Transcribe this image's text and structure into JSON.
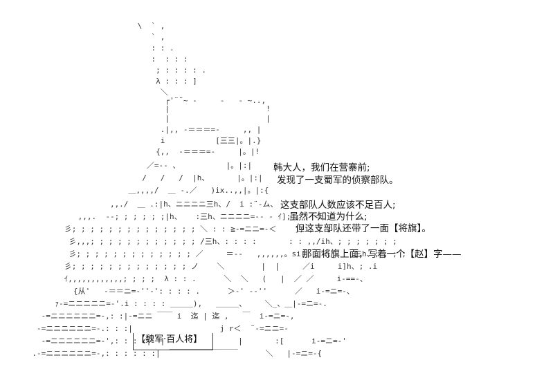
{
  "ascii_art": [
    "                              \\  ` ,",
    "                                 ` ,",
    "                                 : : .",
    "                                 :  : : :",
    "                                  ; : : : : .",
    "                                  λ : : : ]",
    "                                   ＼",
    "                                    ┌'¨¨~ ‐     ‐   ‐ ~..,",
    "                                    |                     !",
    "                                    |                     |",
    "                                   .|,, ‐＝＝＝=‐     ,, |",
    "                                   i           [三三|。|.}",
    "                                  {,,  ‐＝＝＝=‐     |。|!",
    "                                ／=‐‐ 、          |。|:|",
    "                               /   /   /  |h、      |。|:|",
    "                            ＿,,,,/  ＿ ‐.／   )ix..,,|。|:{",
    "                        ,,./  ＿ .:|h、ニニニニ三h、/  i :¨‐ム、",
    "                 ,,,.  ‐‐; ; ; ; ; ;|h、   :三h、ニニニニ=‐‐ ‐ ｲ]; ; ; ＜",
    "              彡; ; ; ; ; ; ; ; ; ; ; ; ; ; ＼ : : ≧‐=ニニ=‐＜    ]; ; ; ; ;",
    "               彡,,,; ; ; ; ; ; ; ; ; ; ; ; /三h、: : : :       : : ,,/ih、; ; ; ; ; ; ;",
    "               彡; ; ; ; ; ; ; ; ; ; ; ; ; ／     ＝‐‐   ,,,,,,。si[   ＼,|    三h、; ; ; ;",
    "              彡; ; ; ; ; ; ; ; ; ; ; ; ; ノ    ＼        |  |     ／i     i]h、; .i",
    "              ｲ,,,,,,,,,,,,; ; ; ;  λ : : .      ＼  ＼   (   |  ／ ／     i‐==‐、",
    "                {从'   ‐＝＝ニ=‐''-': : : : .      ＞‐' ‐‐''      ／   i‐=ニ=‐、",
    "            ｧ‐=ニニニニニ=‐'.i : : : : ＿＿＿),   ＿＿＿、    ＼_、＿|‐=ニ=‐.",
    "         ‐=ニニニニニニ=‐,: :|‐=ニニ ￣￣ i  迄 | 迄 ,   ￣  i‐=ニ=‐,",
    "        ‐=ニニニニニニ=‐.: : :|                   j r＜  ¨‐=ニニ=‐",
    "         ‐=ニニニニニニ=‐',: : : :|  |                |       :[      i‐=ニ=‐'",
    "       .‐=ニニニニニニ=‐,: : : : : :|  ￣￣￣￣￣￣￣￣￣      ＼   |‐=ニ=‐{"
  ],
  "dialogue": [
    "韩大人，我们在营寨前;",
    "发现了一支蜀军的侦察部队。",
    "这支部队人数应该不足百人;",
    "虽然不知道为什么;",
    "但这支部队还带了一面【将旗】。",
    "那面将旗上面，写着一个【赵】字——"
  ],
  "flag_label": "【魏军·百人将】"
}
